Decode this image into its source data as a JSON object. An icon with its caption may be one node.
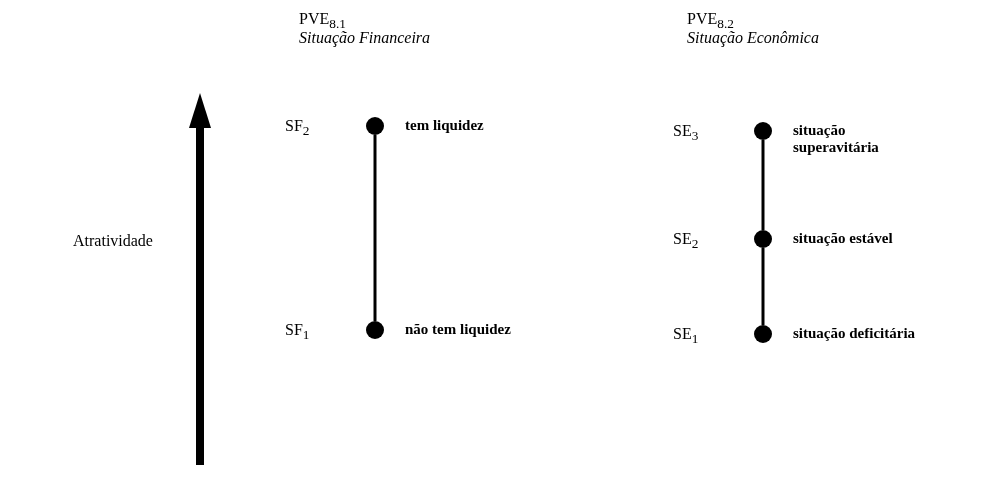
{
  "diagram": {
    "nodes": [
      {
        "text": [],
        "shape": "circle",
        "beside": [
          "SF$_{2}$",
          "tem liquidez"
        ]
      },
      {
        "text": [],
        "shape": "circle",
        "beside": [
          "SF$_{1}$",
          "não tem liquidez"
        ]
      },
      {
        "text": [],
        "shape": "circle",
        "beside": [
          "SE$_{3}$",
          "situação superavitária"
        ]
      },
      {
        "text": [],
        "shape": "circle",
        "beside": [
          "SE$_{2}$",
          "situação estável"
        ]
      },
      {
        "text": [],
        "shape": "circle",
        "beside": [
          "SE$_{1}$",
          "situação deficitária"
        ]
      }
    ],
    "edges": [
      {
        "from": 1,
        "to": 0,
        "arrow": "none"
      },
      {
        "from": 4,
        "to": 3,
        "arrow": "none"
      },
      {
        "from": 3,
        "to": 2,
        "arrow": "none"
      }
    ],
    "labels": [
      "PVE$_{8.1}$",
      "Situação Financeira",
      "PVE$_{8.2}$",
      "Situação Econômica",
      "Atratividade"
    ]
  }
}
